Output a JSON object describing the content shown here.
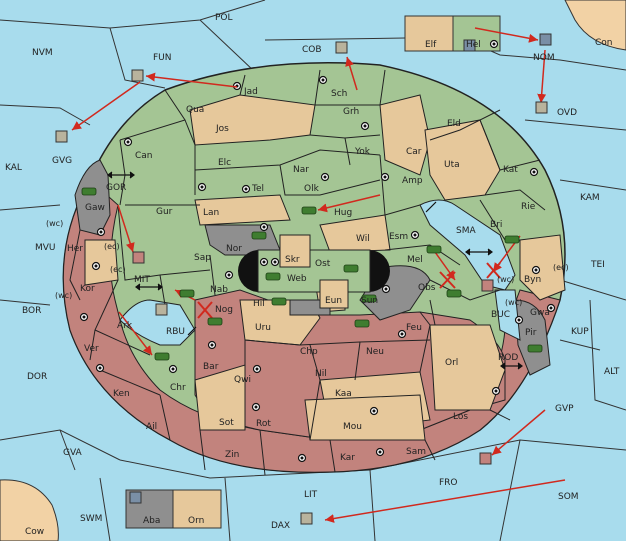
{
  "colors": {
    "sea": "#a8dced",
    "green": "#a4c594",
    "tan": "#e6c89b",
    "red": "#c2837d",
    "gray": "#8f8f8f",
    "dark": "#111111",
    "arrow": "#d1291e",
    "land_outer": "#f2d2a5"
  },
  "provinces": {
    "POL": "POL",
    "NVM": "NVM",
    "FUN": "FUN",
    "COB": "COB",
    "Elf": "Elf",
    "Hel": "Hel",
    "NOM": "NOM",
    "Con": "Con",
    "OVD": "OVD",
    "KAL": "KAL",
    "GVG": "GVG",
    "Jad": "Jad",
    "Sch": "Sch",
    "Qua": "Qua",
    "Jos": "Jos",
    "Grh": "Grh",
    "Eld": "Eld",
    "Can": "Can",
    "Yok": "Yok",
    "Car": "Car",
    "Uta": "Uta",
    "Kat": "Kat",
    "KAM": "KAM",
    "Elc": "Elc",
    "Nar": "Nar",
    "Amp": "Amp",
    "GOR": "GOR",
    "Gur": "Gur",
    "Tel": "Tel",
    "Olk": "Olk",
    "Rie": "Rie",
    "Gaw": "Gaw",
    "Lan": "Lan",
    "Hug": "Hug",
    "SMA": "SMA",
    "Bri": "Bri",
    "MVU": "MVU",
    "wc": "(wc)",
    "ec": "(ec)",
    "Her": "Her",
    "Nor": "Nor",
    "Skr": "Skr",
    "Wil": "Wil",
    "Esm": "Esm",
    "TEI": "TEI",
    "Sap": "Sap",
    "Ost": "Ost",
    "Mel": "Mel",
    "Byn": "Byn",
    "MIT": "MIT",
    "Web": "Web",
    "Kor": "Kor",
    "Nab": "Nab",
    "Obs": "Obs",
    "BOR": "BOR",
    "Eun": "Eun",
    "Sun": "Sun",
    "Hil": "Hil",
    "Nog": "Nog",
    "Gwa": "Gwa",
    "BUC": "BUC",
    "KUP": "KUP",
    "Ark": "Ark",
    "RBU": "RBU",
    "Uru": "Uru",
    "Feu": "Feu",
    "Pir": "Pir",
    "Ver": "Ver",
    "Chp": "Chp",
    "Neu": "Neu",
    "Orl": "Orl",
    "ROD": "ROD",
    "DOR": "DOR",
    "Bar": "Bar",
    "Qwi": "Qwi",
    "Nil": "Nil",
    "ALT": "ALT",
    "Chr": "Chr",
    "Ken": "Ken",
    "Kaa": "Kaa",
    "GVP": "GVP",
    "Los": "Los",
    "Sot": "Sot",
    "Rot": "Rot",
    "Ail": "Ail",
    "Mou": "Mou",
    "GVA": "GVA",
    "Sam": "Sam",
    "Zin": "Zin",
    "Kar": "Kar",
    "FRO": "FRO",
    "LIT": "LIT",
    "SOM": "SOM",
    "SWM": "SWM",
    "Aba": "Aba",
    "Orn": "Orn",
    "DAX": "DAX",
    "Cow": "Cow"
  }
}
